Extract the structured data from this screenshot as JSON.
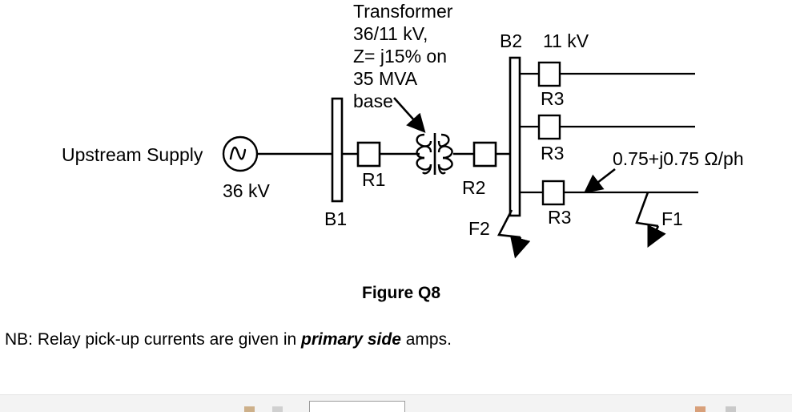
{
  "figure": {
    "caption": "Figure Q8",
    "note_prefix": "NB: Relay pick-up currents are given in ",
    "note_emphasis": "primary side",
    "note_suffix": " amps.",
    "labels": {
      "source": "Upstream Supply",
      "source_voltage": "36 kV",
      "bus1": "B1",
      "bus2": "B2",
      "bus2_voltage": "11 kV",
      "transformer_note": "Transformer\n36/11 kV,\nZ= j15% on\n35 MVA\nbase",
      "relay_r1": "R1",
      "relay_r2": "R2",
      "relay_r3_feeder1": "R3",
      "relay_r3_feeder2": "R3",
      "relay_r3_feeder3": "R3",
      "feeder_impedance": "0.75+j0.75 Ω/ph",
      "fault_f1": "F1",
      "fault_f2": "F2"
    },
    "colors": {
      "ink": "#000000",
      "paper": "#ffffff",
      "taskbar": "#f3f3f3"
    }
  }
}
